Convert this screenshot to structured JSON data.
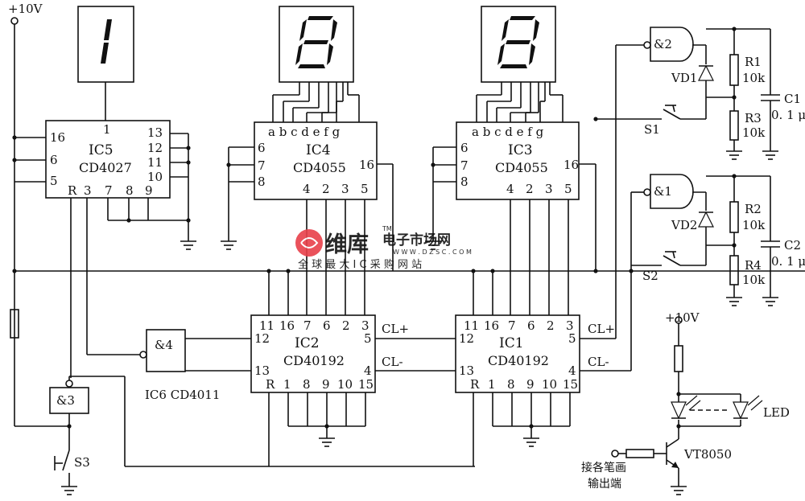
{
  "supply": {
    "top_left": "+10V",
    "led_supply": "+10V"
  },
  "ic5": {
    "name": "IC5",
    "part": "CD4027",
    "pins": {
      "p16": "16",
      "p6": "6",
      "p5": "5",
      "p1": "1",
      "p13": "13",
      "p12": "12",
      "p11": "11",
      "p10": "10",
      "pR": "R",
      "p3": "3",
      "p7": "7",
      "p8": "8",
      "p9": "9"
    }
  },
  "ic4": {
    "name": "IC4",
    "part": "CD4055",
    "seg_pins": "a b c d e f g",
    "pins": {
      "p6": "6",
      "p7": "7",
      "p8": "8",
      "p16": "16",
      "p4": "4",
      "p2": "2",
      "p3": "3",
      "p5": "5"
    }
  },
  "ic3": {
    "name": "IC3",
    "part": "CD4055",
    "seg_pins": "a b c d e f g",
    "pins": {
      "p6": "6",
      "p7": "7",
      "p8": "8",
      "p16": "16",
      "p4": "4",
      "p2": "2",
      "p3": "3",
      "p5": "5"
    }
  },
  "ic2": {
    "name": "IC2",
    "part": "CD40192",
    "pins": {
      "p11": "11",
      "p16": "16",
      "p7": "7",
      "p6": "6",
      "p2": "2",
      "p3": "3",
      "p12": "12",
      "p5": "5",
      "p13": "13",
      "p4": "4",
      "pR": "R",
      "p1": "1",
      "p8": "8",
      "p9": "9",
      "p10": "10",
      "p15": "15"
    }
  },
  "ic1": {
    "name": "IC1",
    "part": "CD40192",
    "pins": {
      "p11": "11",
      "p16": "16",
      "p7": "7",
      "p6": "6",
      "p2": "2",
      "p3": "3",
      "p12": "12",
      "p5": "5",
      "p13": "13",
      "p4": "4",
      "pR": "R",
      "p1": "1",
      "p8": "8",
      "p9": "9",
      "p10": "10",
      "p15": "15"
    }
  },
  "gates": {
    "g1": "&1",
    "g2": "&2",
    "g3": "&3",
    "g4": "&4",
    "ic6": "IC6  CD4011"
  },
  "clocks": {
    "cl_plus": "CL+",
    "cl_minus": "CL-"
  },
  "components": {
    "r1": "R1",
    "r1_val": "10k",
    "r2": "R2",
    "r2_val": "10k",
    "r3": "R3",
    "r3_val": "10k",
    "r4": "R4",
    "r4_val": "10k",
    "c1": "C1",
    "c1_val": "0. 1 μ",
    "c2": "C2",
    "c2_val": "0. 1 μ",
    "vd1": "VD1",
    "vd2": "VD2",
    "s1": "S1",
    "s2": "S2",
    "s3": "S3",
    "led": "LED",
    "vt": "VT8050",
    "input_label_1": "接各笔画",
    "input_label_2": "输出端"
  },
  "watermark": {
    "brand": "维库",
    "tagline": "电子市场网",
    "tm": "TM",
    "url": "W W W . D Z S C . C O M",
    "slogan": "全 球 最 大 I C 采 购 网 站"
  },
  "colors": {
    "line": "#111111",
    "watermark": "#e8404a"
  }
}
